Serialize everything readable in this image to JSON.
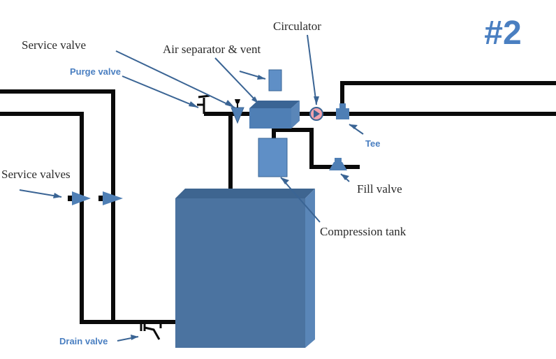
{
  "badge": "#2",
  "labels": {
    "service_valve": "Service valve",
    "purge_valve": "Purge valve",
    "air_separator": "Air separator & vent",
    "circulator": "Circulator",
    "tee": "Tee",
    "service_valves": "Service valves",
    "fill_valve": "Fill valve",
    "compression_tank": "Compression tank",
    "drain_valve": "Drain valve"
  },
  "colors": {
    "pipe": "#0a0a0a",
    "component": "#4f7fb5",
    "component_dark": "#3a6494",
    "boiler_front": "#4b73a0",
    "boiler_side": "#5a86b8",
    "boiler_top": "#3e6590",
    "badge": "#4a7fc1",
    "arrow": "#4a7fc1",
    "circulator_fill": "#f2a3ad"
  }
}
